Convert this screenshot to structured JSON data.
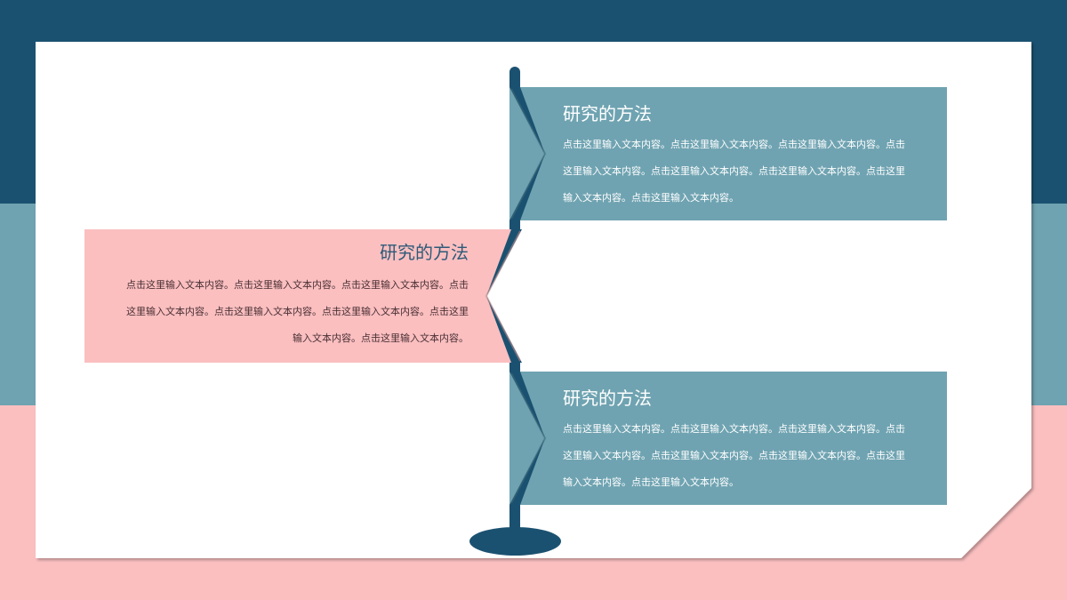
{
  "colors": {
    "navy": "#1b5170",
    "teal": "#6fa3b1",
    "pink": "#fbbfc0",
    "white": "#ffffff"
  },
  "flags": [
    {
      "position": "top-right",
      "title": "研究的方法",
      "body": "点击这里输入文本内容。点击这里输入文本内容。点击这里输入文本内容。点击这里输入文本内容。点击这里输入文本内容。点击这里输入文本内容。点击这里输入文本内容。点击这里输入文本内容。"
    },
    {
      "position": "middle-left",
      "title": "研究的方法",
      "body": "点击这里输入文本内容。点击这里输入文本内容。点击这里输入文本内容。点击这里输入文本内容。点击这里输入文本内容。点击这里输入文本内容。点击这里输入文本内容。点击这里输入文本内容。"
    },
    {
      "position": "bottom-right",
      "title": "研究的方法",
      "body": "点击这里输入文本内容。点击这里输入文本内容。点击这里输入文本内容。点击这里输入文本内容。点击这里输入文本内容。点击这里输入文本内容。点击这里输入文本内容。点击这里输入文本内容。"
    }
  ]
}
